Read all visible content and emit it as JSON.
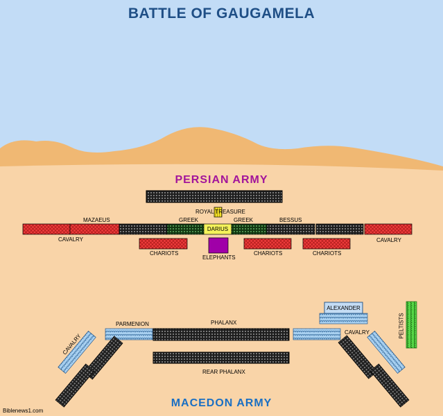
{
  "title": "BATTLE OF GAUGAMELA",
  "persian_heading": "PERSIAN ARMY",
  "macedon_heading": "MACEDON ARMY",
  "credit": "Biblenews1.com",
  "colors": {
    "sky": "#c2dcf6",
    "desert": "#f9d4a8",
    "dunes": "#f0b873",
    "title_blue": "#1f4f86",
    "persian_purple": "#a2149b",
    "macedon_blue": "#1a6fc3",
    "infantry_dark": "#3a3a3a",
    "greek_green": "#2f6a2f",
    "cavalry_red": "#e83a3a",
    "chariot_red": "#f03535",
    "elephant_purple": "#a000a8",
    "darius_yellow": "#f4f25a",
    "treasure_yellow": "#e8d820",
    "macedon_cavalry_blue": "#9cc6ea",
    "peltast_green": "#50d440"
  },
  "persian": {
    "royal_treasure": "ROYAL TREASURE",
    "mazaeus": "MAZAEUS",
    "greek_left": "GREEK",
    "greek_right": "GREEK",
    "bessus": "BESSUS",
    "darius": "DARIUS",
    "cavalry_left": "CAVALRY",
    "cavalry_right": "CAVALRY",
    "chariots": [
      "CHARIOTS",
      "CHARIOTS",
      "CHARIOTS"
    ],
    "elephants": "ELEPHANTS"
  },
  "macedon": {
    "alexander": "ALEXANDER",
    "parmenion": "PARMENION",
    "phalanx": "PHALANX",
    "rear_phalanx": "REAR PHALANX",
    "cavalry_left": "CAVALRY",
    "cavalry_right": "CAVALRY",
    "peltists": "PELTISTS"
  }
}
